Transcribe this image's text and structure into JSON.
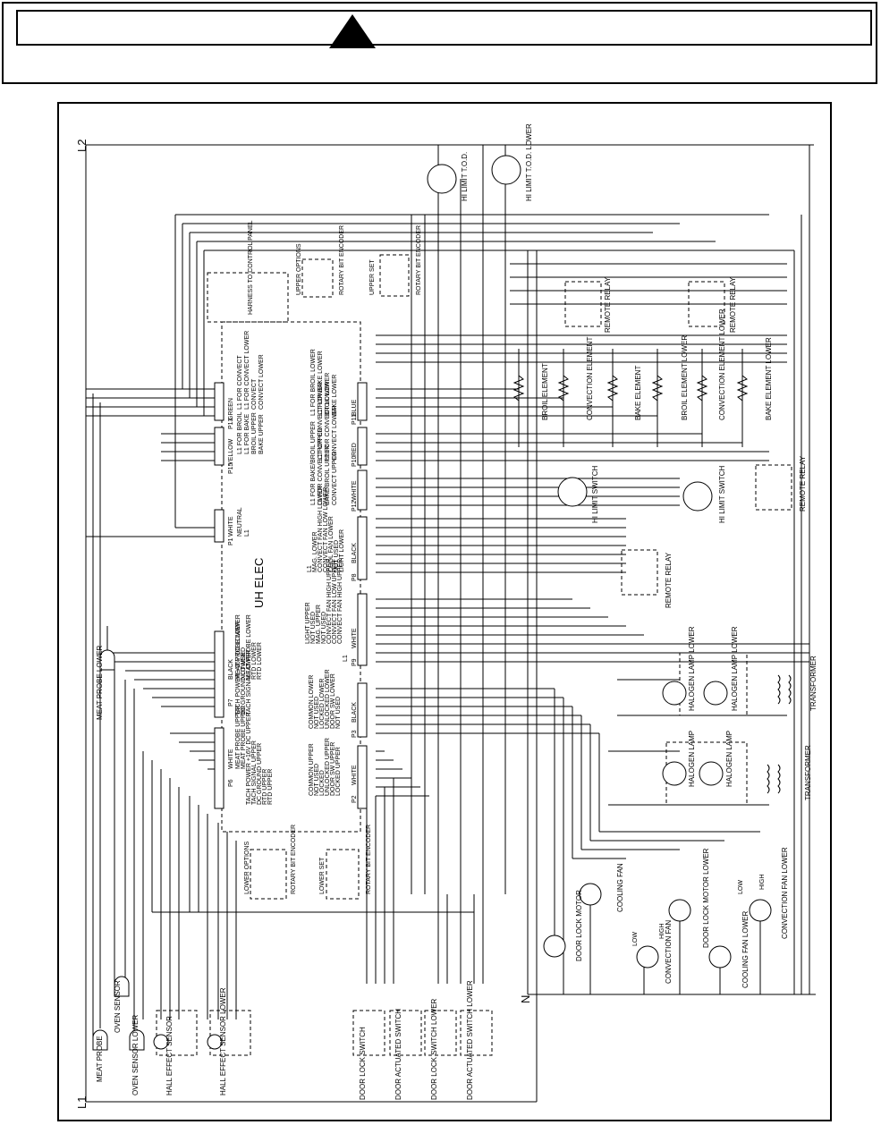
{
  "header": {
    "warning_icon": "warning-triangle-icon"
  },
  "rails": {
    "l2": "L2",
    "l1": "L1",
    "n": "N"
  },
  "control_board": {
    "name": "UH ELEC",
    "harness_to_panel": "HARNESS TO CONTROL PANEL",
    "upper_options": "UPPER OPTIONS",
    "upper_set": "UPPER SET",
    "rotary_bit_encoder_top": "ROTARY BIT ENCODER",
    "rotary_bit_encoder_top2": "ROTARY BIT ENCODER",
    "lower_options": "LOWER OPTIONS",
    "lower_set": "LOWER SET",
    "rotary_bit_encoder_bottom": "ROTARY BIT ENCODER",
    "rotary_bit_encoder_bottom2": "ROTARY BIT ENCODER"
  },
  "connectors_left": [
    {
      "id": "P13",
      "color": "GREEN",
      "pins": [
        "L1 FOR CONVECT",
        "L1 FOR CONVECT LOWER",
        "CONVECT",
        "CONVECT LOWER"
      ]
    },
    {
      "id": "P15",
      "color": "YELLOW",
      "pins": [
        "L1 FOR BROIL",
        "L1 FOR BAKE",
        "BROIL UPPER",
        "BAKE UPPER"
      ]
    },
    {
      "id": "P1",
      "color": "WHITE",
      "pins": [
        "NEUTRAL",
        "L1"
      ]
    },
    {
      "id": "P7",
      "color": "BLACK",
      "pins": [
        "MEAT PROBE LOWER",
        "NOT USED",
        "MEAT PROBE LOWER",
        "RTD LOWER",
        "RTD LOWER",
        "TACH POWER +16V DC LOWER",
        "DC GROUND LOWER",
        "TACH SIGNAL LOWER"
      ]
    },
    {
      "id": "P6",
      "color": "WHITE",
      "pins": [
        "MEAT PROBE UPPER",
        "MEAT PROBE UPPER",
        "TACH POWER +16V DC UPPER",
        "TACH SIGNAL UPPER",
        "DC GROUND UPPER",
        "RTD UPPER",
        "RTD UPPER"
      ]
    }
  ],
  "connectors_right": [
    {
      "id": "P11",
      "color": "BLUE",
      "pins": [
        "L1 FOR BROIL LOWER",
        "L1 FOR BAKE LOWER",
        "BROIL LOWER",
        "BAKE LOWER"
      ]
    },
    {
      "id": "P10",
      "color": "RED",
      "pins": [
        "L1 FOR CONVECT LOWER",
        "L1 FOR CONVECT LOWER",
        "CONVECT LOWER"
      ]
    },
    {
      "id": "P12",
      "color": "WHITE",
      "pins": [
        "L1 FOR BAKE/BROIL UPPER",
        "L1 FOR CONVECT UPPER",
        "BAKE/BROIL UPPER",
        "CONVECT UPPER"
      ]
    },
    {
      "id": "P8",
      "color": "BLACK",
      "pins": [
        "L1",
        "MAG. LOWER",
        "CONVECT FAN HIGH LOWER",
        "CONVECT FAN LOW LOWER",
        "COOL FAN LOWER",
        "NOT USED",
        "LIGHT LOWER"
      ]
    },
    {
      "id": "P9",
      "color": "WHITE",
      "pins": [
        "LIGHT UPPER",
        "NOT USED",
        "MAG. UPPER",
        "NOT USED",
        "CONVECT FAN HIGH UPPER",
        "CONVECT FAN LOW UPPER",
        "CONVECT FAN HIGH UPPER",
        "L1"
      ]
    },
    {
      "id": "P3",
      "color": "BLACK",
      "pins": [
        "COMMON LOWER",
        "NOT USED",
        "LOCKED LOWER",
        "UNLOCKED LOWER",
        "DOOR SW LOWER",
        "NOT USED"
      ]
    },
    {
      "id": "P2",
      "color": "WHITE",
      "pins": [
        "COMMON UPPER",
        "NOT USED",
        "LOCKED",
        "UNLOCKED UPPER",
        "DOOR SW UPPER",
        "LOCKED UPPER"
      ]
    }
  ],
  "components": {
    "hi_limit_tod": "HI LIMIT T.O.D.",
    "hi_limit_tod_lower": "HI LIMIT T.O.D. LOWER",
    "remote_relay_1": "REMOTE RELAY",
    "remote_relay_2": "REMOTE RELAY",
    "remote_relay_3": "REMOTE RELAY",
    "remote_relay_4": "REMOTE RELAY",
    "broil_element": "BROIL ELEMENT",
    "convection_element": "CONVECTION ELEMENT",
    "bake_element": "BAKE ELEMENT",
    "broil_element_lower": "BROIL ELEMENT LOWER",
    "convection_element_lower": "CONVECTION ELEMENT LOWER",
    "bake_element_lower": "BAKE ELEMENT LOWER",
    "hi_limit_switch_1": "HI LIMIT SWITCH",
    "hi_limit_switch_2": "HI LIMIT SWITCH",
    "halogen_lamp_lower_1": "HALOGEN LAMP LOWER",
    "halogen_lamp_lower_2": "HALOGEN LAMP LOWER",
    "transformer_1": "TRANSFORMER",
    "halogen_lamp_1": "HALOGEN LAMP",
    "halogen_lamp_2": "HALOGEN LAMP",
    "transformer_2": "TRANSFORMER",
    "meat_probe_lower": "MEAT PROBE LOWER",
    "cooling_fan": "COOLING FAN",
    "door_lock_motor": "DOOR LOCK MOTOR",
    "convection_fan": "CONVECTION FAN",
    "door_lock_motor_lower": "DOOR LOCK MOTOR LOWER",
    "cooling_fan_lower": "COOLING FAN LOWER",
    "convection_fan_lower": "CONVECTION FAN LOWER",
    "low": "LOW",
    "high": "HIGH",
    "meat_probe": "MEAT PROBE",
    "oven_sensor": "OVEN SENSOR",
    "oven_sensor_lower": "OVEN SENSOR LOWER",
    "hall_effect_sensor": "HALL EFFECT SENSOR",
    "hall_effect_sensor_lower": "HALL EFFECT SENSOR LOWER",
    "door_lock_switch": "DOOR LOCK SWITCH",
    "door_actuated_switch": "DOOR ACTUATED SWITCH",
    "door_lock_switch_lower": "DOOR LOCK SWITCH LOWER",
    "door_actuated_switch_lower": "DOOR ACTUATED SWITCH LOWER"
  },
  "colors": {
    "ink": "#000000",
    "paper": "#ffffff"
  }
}
